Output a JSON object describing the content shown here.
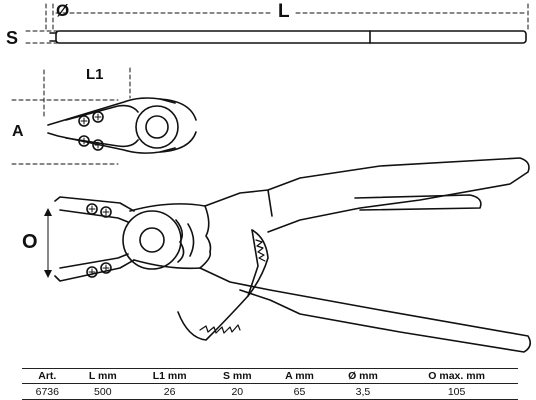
{
  "labels": {
    "diameter": "Ø",
    "length": "L",
    "thickness": "S",
    "tip_length": "L1",
    "tip_spread": "A",
    "opening": "O"
  },
  "table": {
    "headers": [
      "Art.",
      "L  mm",
      "L1  mm",
      "S  mm",
      "A  mm",
      "Ø  mm",
      "O  max.  mm"
    ],
    "rows": [
      [
        "6736",
        "500",
        "26",
        "20",
        "65",
        "3,5",
        "105"
      ]
    ]
  },
  "icons": [
    "pliers-top-view",
    "pliers-tip-detail",
    "pliers-side-view",
    "double-arrow-icon"
  ]
}
